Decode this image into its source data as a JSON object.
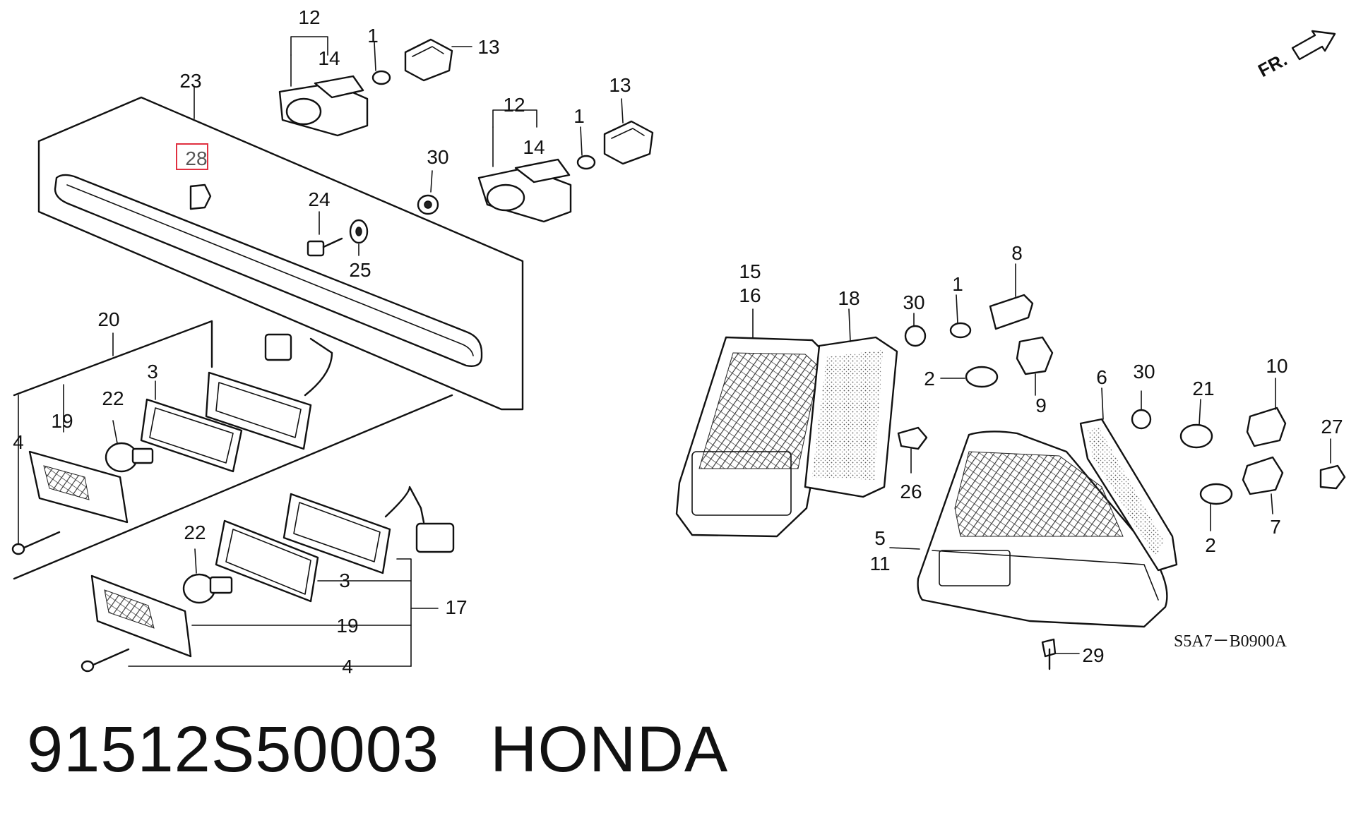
{
  "diagram": {
    "direction_label": "FR.",
    "figure_code": "S5A7－B0900A",
    "highlighted_callout": "28",
    "callouts": [
      "12",
      "1",
      "13",
      "14",
      "23",
      "28",
      "12",
      "14",
      "1",
      "13",
      "30",
      "24",
      "25",
      "20",
      "3",
      "22",
      "19",
      "4",
      "22",
      "3",
      "19",
      "17",
      "4",
      "15",
      "16",
      "18",
      "30",
      "1",
      "8",
      "2",
      "9",
      "6",
      "30",
      "21",
      "10",
      "26",
      "27",
      "7",
      "2",
      "5",
      "11",
      "29"
    ]
  },
  "footer": {
    "part_number": "91512S50003",
    "brand": "HONDA"
  }
}
